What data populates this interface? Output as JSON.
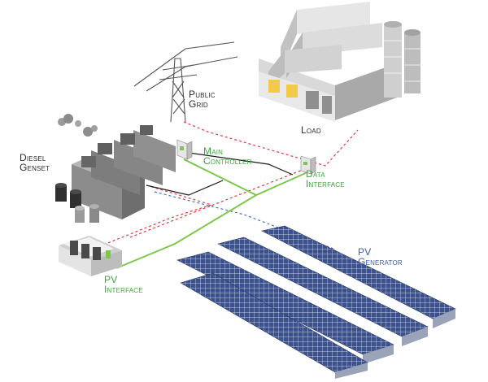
{
  "labels": {
    "public_grid": [
      "Public",
      "Grid"
    ],
    "load": "Load",
    "diesel_genset": [
      "Diesel",
      "Genset"
    ],
    "main_controller": [
      "Main",
      "Controller"
    ],
    "data_interface": [
      "Data",
      "Interface"
    ],
    "pv_interface": [
      "PV",
      "Interface"
    ],
    "pv_generator": [
      "PV",
      "Generator"
    ]
  },
  "colors": {
    "power_line": "#7dc74a",
    "data_line_red": "#e0393e",
    "data_line_blue": "#4a6fc4",
    "equipment_label": "#2b2b2b",
    "controller_label": "#3aa83a",
    "pv_label": "#3d5aa8",
    "building": "#c4c4c4",
    "panel": "#3a4f8c"
  }
}
